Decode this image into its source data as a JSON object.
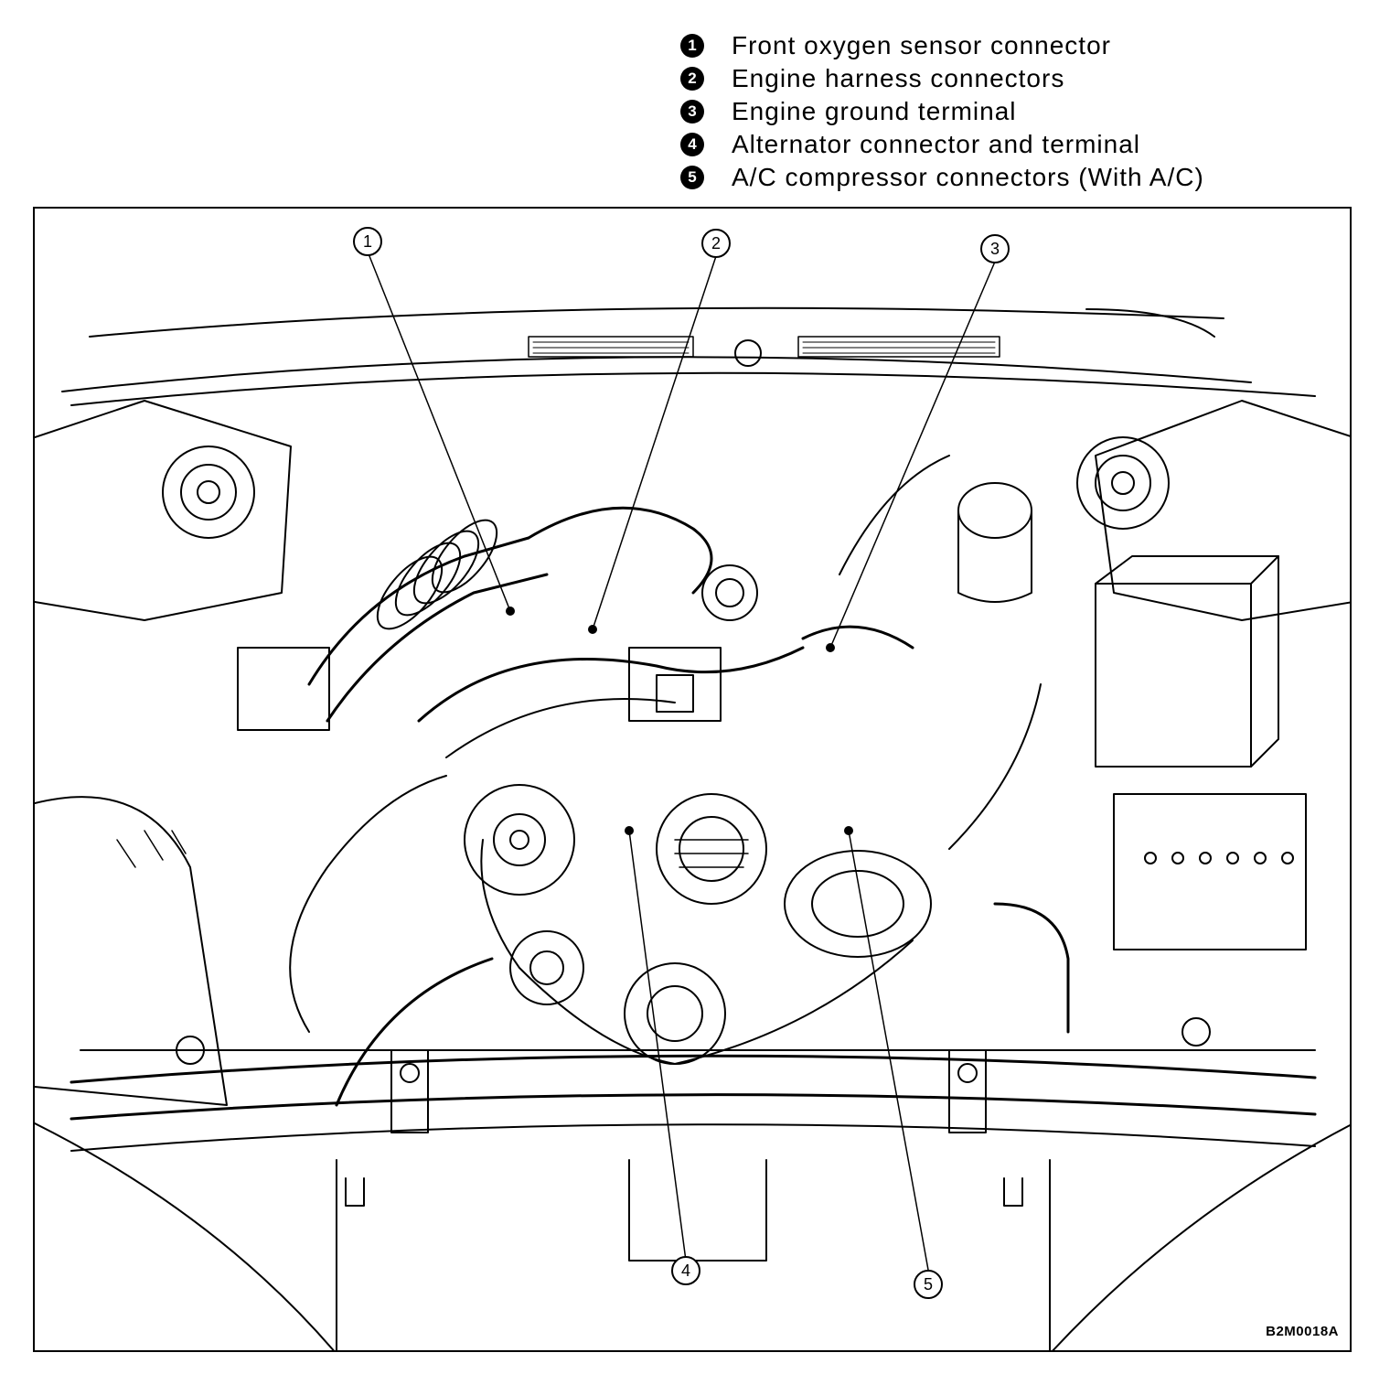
{
  "legend": {
    "items": [
      {
        "num": "1",
        "text": "Front oxygen sensor connector"
      },
      {
        "num": "2",
        "text": "Engine harness connectors"
      },
      {
        "num": "3",
        "text": "Engine ground terminal"
      },
      {
        "num": "4",
        "text": "Alternator connector and terminal"
      },
      {
        "num": "5",
        "text": "A/C compressor connectors (With A/C)"
      }
    ]
  },
  "callouts": [
    "1",
    "2",
    "3",
    "4",
    "5"
  ],
  "figure_code": "B2M0018A"
}
